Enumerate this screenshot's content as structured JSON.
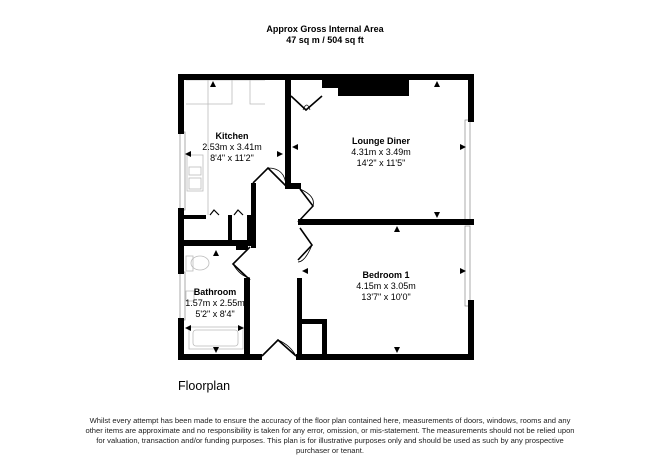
{
  "header": {
    "title": "Approx Gross Internal Area",
    "area": "47 sq m / 504 sq ft"
  },
  "rooms": [
    {
      "name": "Kitchen",
      "metric": "2.53m x 3.41m",
      "imperial": "8'4\" x 11'2\""
    },
    {
      "name": "Lounge Diner",
      "metric": "4.31m x 3.49m",
      "imperial": "14'2\" x 11'5\""
    },
    {
      "name": "Bathroom",
      "metric": "1.57m x 2.55m",
      "imperial": "5'2\" x 8'4\""
    },
    {
      "name": "Bedroom 1",
      "metric": "4.15m x 3.05m",
      "imperial": "13'7\" x 10'0\""
    }
  ],
  "floor_label": "Floorplan",
  "disclaimer": "Whilst every attempt has been made to ensure the accuracy of the floor plan contained here, measurements of doors, windows, rooms and any other items are approximate and no responsibility is taken for any error, omission, or mis-statement. The measurements should not be relied upon for valuation, transaction and/or funding purposes. This plan is for illustrative purposes only and should be used as such by any prospective purchaser or tenant.",
  "colors": {
    "wall": "#000000",
    "fixture": "#bbbbbb",
    "background": "#ffffff"
  }
}
